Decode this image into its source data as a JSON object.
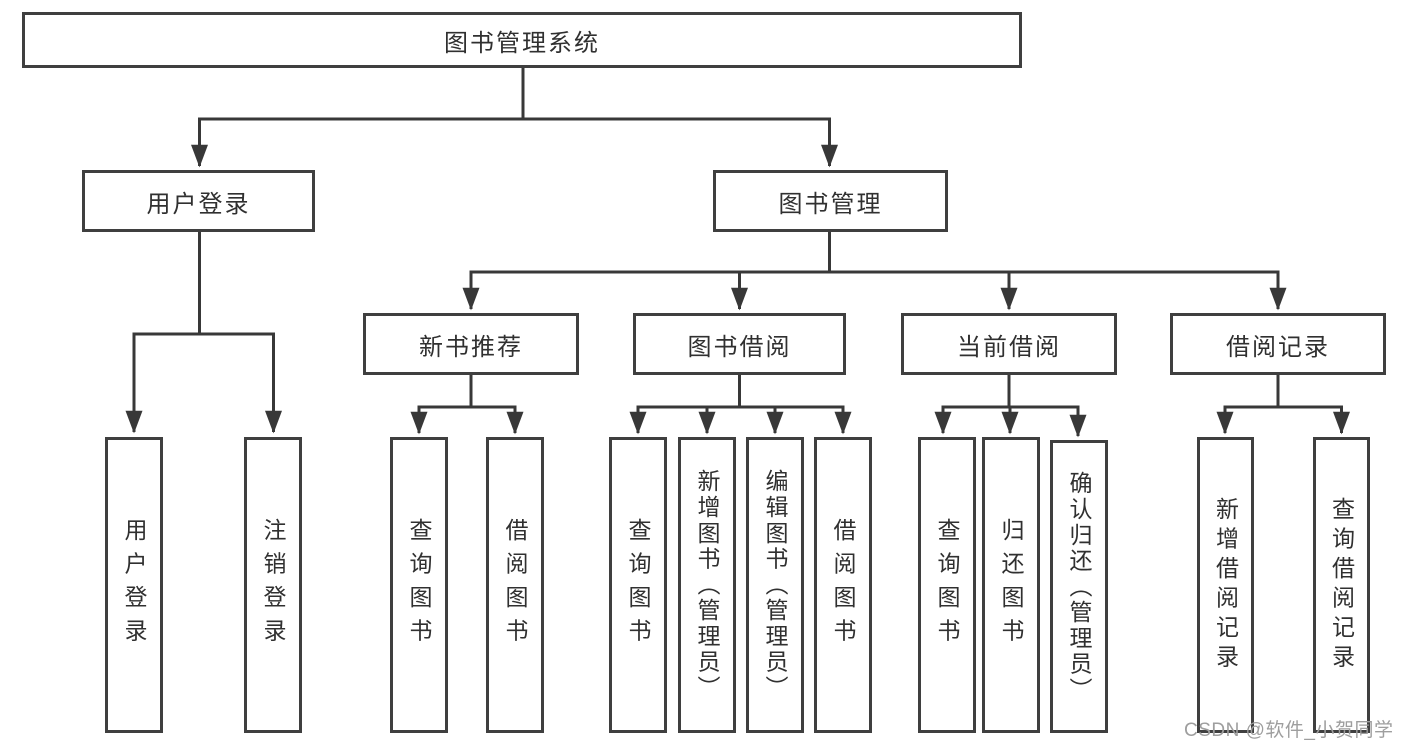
{
  "diagram": {
    "title": "图书管理系统",
    "branches": {
      "user_login": {
        "label": "用户登录",
        "children": [
          "用户登录",
          "注销登录"
        ]
      },
      "book_management": {
        "label": "图书管理",
        "groups": [
          {
            "label": "新书推荐",
            "children": [
              "查询图书",
              "借阅图书"
            ]
          },
          {
            "label": "图书借阅",
            "children": [
              "查询图书",
              "新增图书（管理员）",
              "编辑图书（管理员）",
              "借阅图书"
            ]
          },
          {
            "label": "当前借阅",
            "children": [
              "查询图书",
              "归还图书",
              "确认归还（管理员）"
            ]
          },
          {
            "label": "借阅记录",
            "children": [
              "新增借阅记录",
              "查询借阅记录"
            ]
          }
        ]
      }
    },
    "watermark": "CSDN @软件_小贺同学",
    "colors": {
      "line": "#383838",
      "text": "#303030",
      "watermark": "#9e9e9e",
      "background": "#ffffff"
    }
  }
}
